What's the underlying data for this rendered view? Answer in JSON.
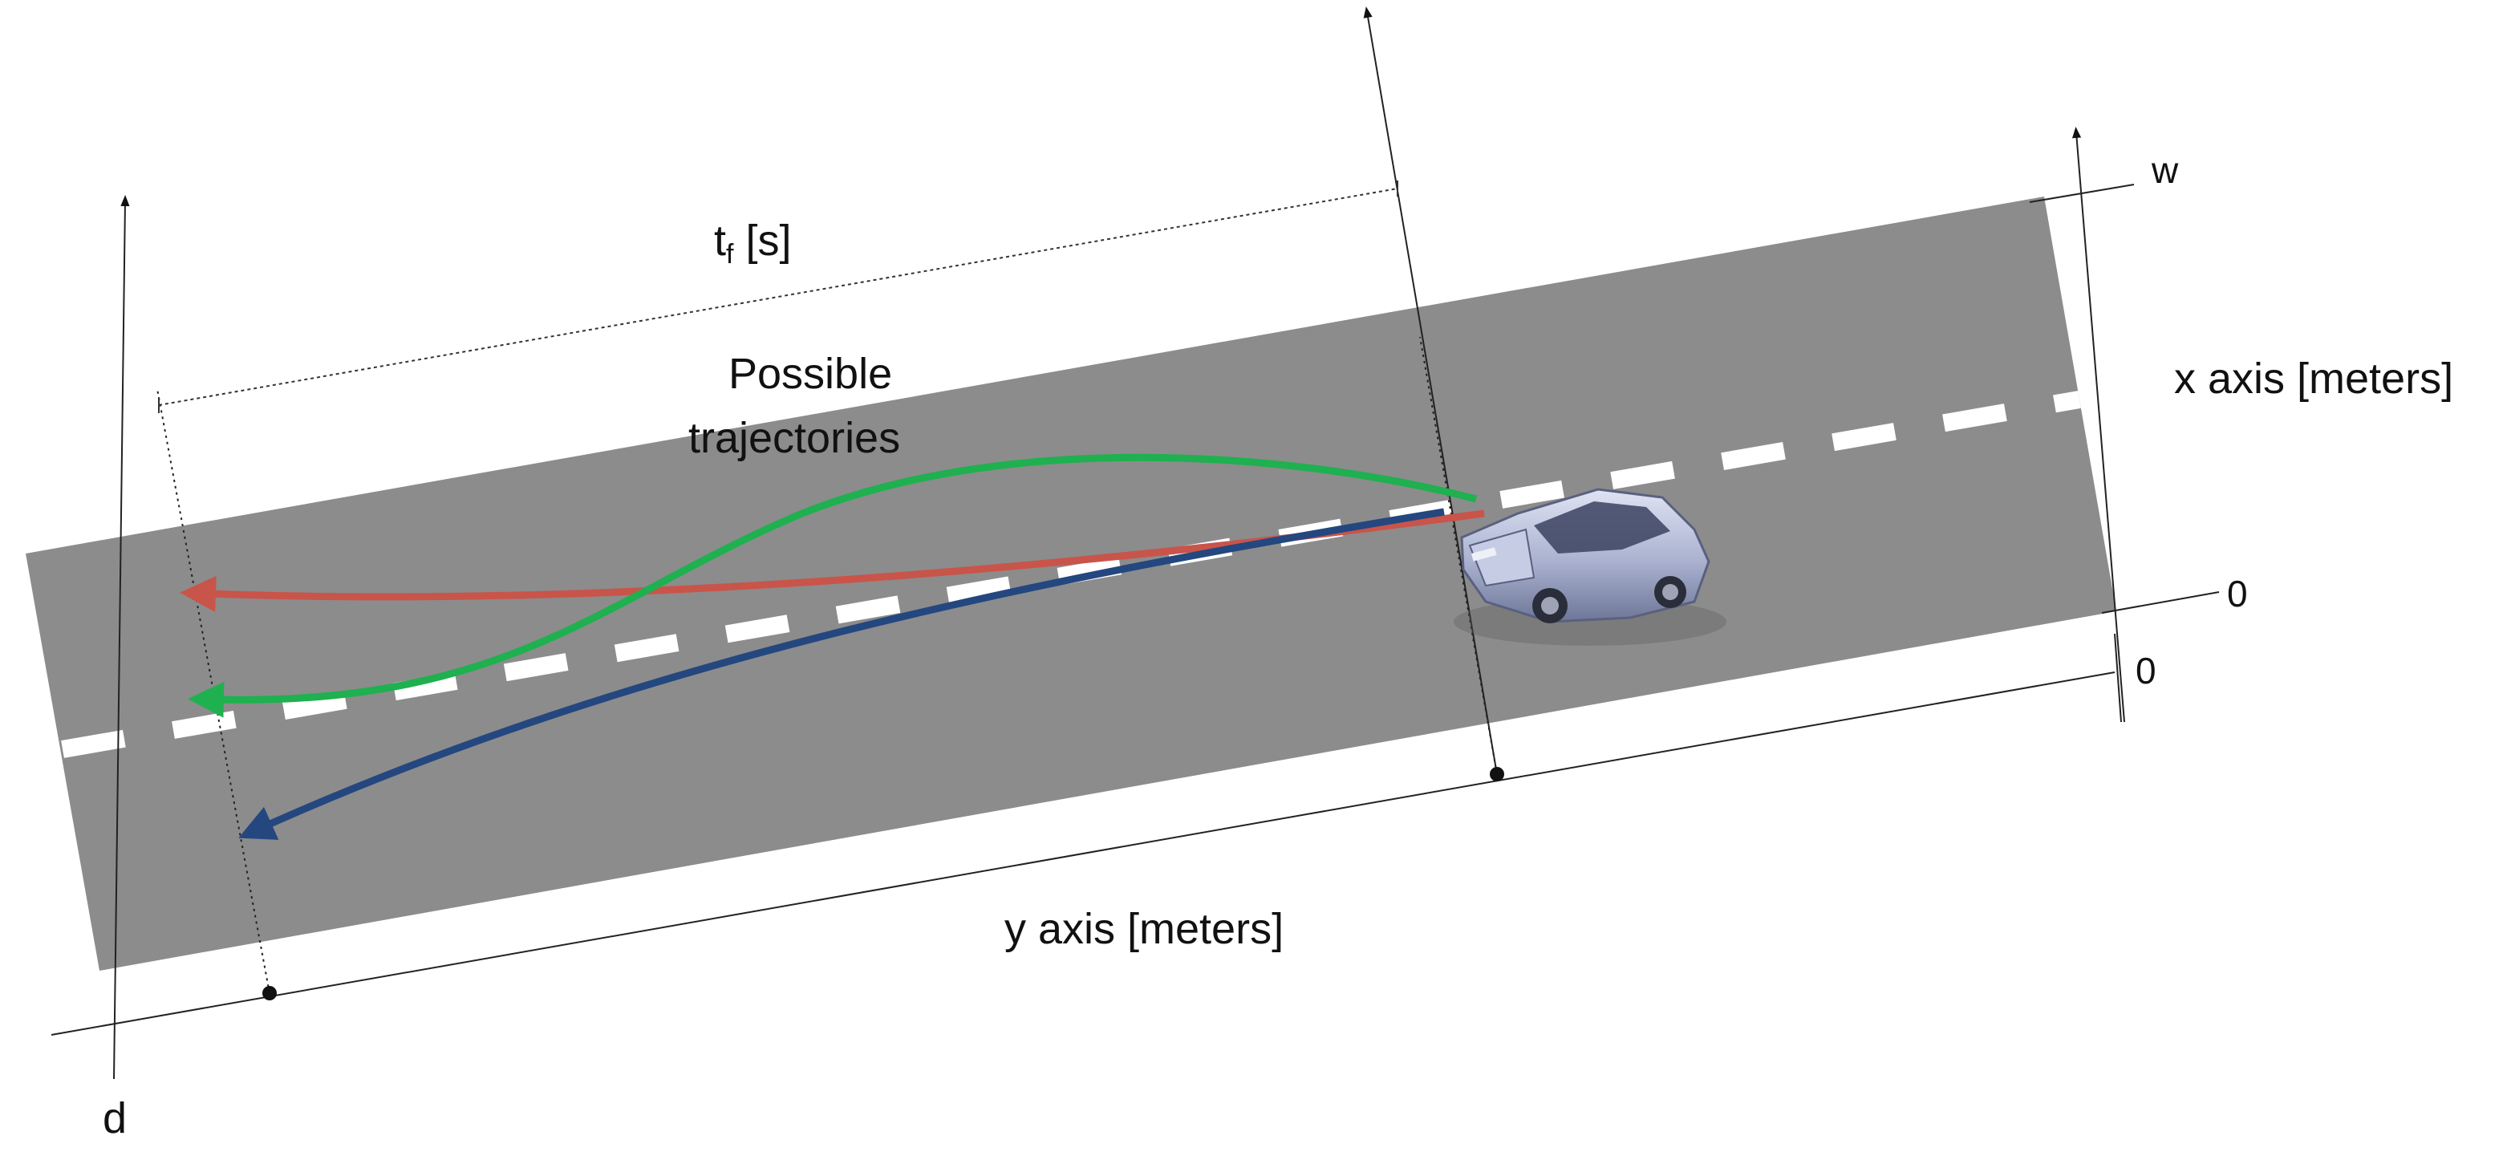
{
  "labels": {
    "tf": "t",
    "tf_sub": "f",
    "tf_unit": " [s]",
    "possible_line1": "Possible",
    "possible_line2": "trajectories",
    "x_axis": "x axis [meters]",
    "y_axis": "y axis [meters]",
    "w": "w",
    "zero_x": "0",
    "zero_y": "0",
    "d": "d"
  },
  "trajectories": [
    {
      "id": "red",
      "color": "#c9544a"
    },
    {
      "id": "green",
      "color": "#1fb050"
    },
    {
      "id": "blue",
      "color": "#24477f"
    }
  ],
  "colors": {
    "road": "#8c8c8c",
    "lane_marking": "#ffffff",
    "car_body": "#aab2cf"
  },
  "icons": [
    "car-icon"
  ]
}
